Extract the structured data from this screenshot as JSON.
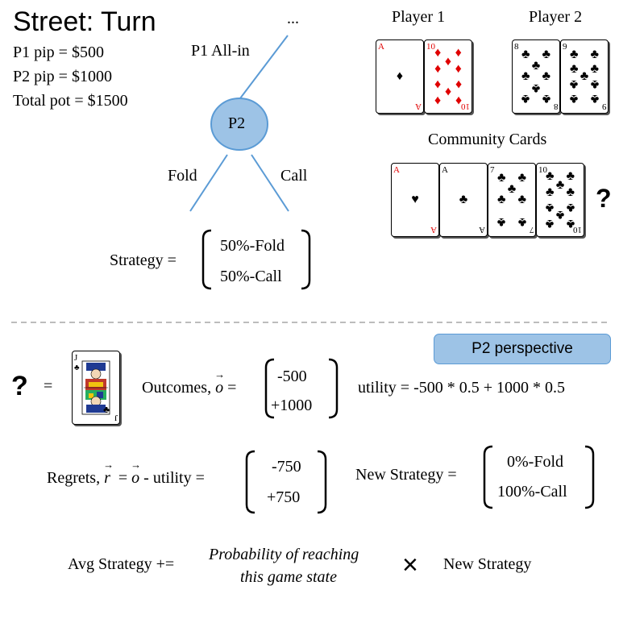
{
  "title": {
    "street": "Street: Turn"
  },
  "state": {
    "p1_pip": "P1 pip = $500",
    "p2_pip": "P2 pip = $1000",
    "pot": "Total pot = $1500"
  },
  "tree": {
    "ellipsis": "...",
    "p1_action": "P1 All-in",
    "node": "P2",
    "fold": "Fold",
    "call": "Call"
  },
  "strategy": {
    "label": "Strategy =",
    "fold": "50%-Fold",
    "call": "50%-Call"
  },
  "players": {
    "p1": "Player 1",
    "p2": "Player 2"
  },
  "cards": {
    "p1_hand": [
      {
        "rank": "A",
        "suit": "♦",
        "color": "#e00000"
      },
      {
        "rank": "10",
        "suit": "♦",
        "color": "#e00000"
      }
    ],
    "p2_hand": [
      {
        "rank": "8",
        "suit": "♣",
        "color": "#000000"
      },
      {
        "rank": "9",
        "suit": "♣",
        "color": "#000000"
      }
    ],
    "community_label": "Community Cards",
    "community": [
      {
        "rank": "A",
        "suit": "♥",
        "color": "#e00000"
      },
      {
        "rank": "A",
        "suit": "♣",
        "color": "#000000"
      },
      {
        "rank": "7",
        "suit": "♣",
        "color": "#000000"
      },
      {
        "rank": "10",
        "suit": "♣",
        "color": "#000000"
      }
    ],
    "unknown_mark": "?",
    "river_card": {
      "rank": "J",
      "suit": "♣",
      "color": "#000000"
    }
  },
  "update": {
    "perspective": "P2 perspective",
    "q_mark": "?",
    "equals": "=",
    "outcomes_label": "Outcomes,",
    "outcomes_sym": "o",
    "outcomes_eq": "=",
    "outcomes": [
      "-500",
      "+1000"
    ],
    "utility": "utility =  -500 * 0.5 + 1000 * 0.5",
    "regrets_label": "Regrets,",
    "regrets_sym": "r",
    "regrets_eq": "=",
    "regrets_o": "o",
    "regrets_rest": "- utility =",
    "regrets": [
      "-750",
      "+750"
    ],
    "new_strategy_label": "New Strategy =",
    "new_strategy": [
      "0%-Fold",
      "100%-Call"
    ],
    "avg_label": "Avg Strategy +=",
    "prob_line1": "Probability of reaching",
    "prob_line2": "this game state",
    "times": "×",
    "avg_rhs": "New Strategy"
  },
  "colors": {
    "node_fill": "#9dc3e6",
    "edge": "#5b9bd5",
    "perspective_fill": "#9dc3e6",
    "divider": "#a6a6a6"
  }
}
